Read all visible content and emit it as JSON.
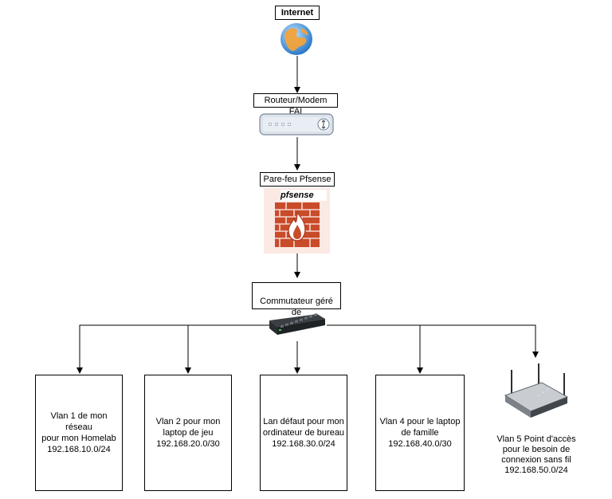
{
  "nodes": {
    "internet": {
      "label": "Internet"
    },
    "router": {
      "label": "Routeur/Modem FAI"
    },
    "firewall": {
      "label": "Pare-feu Pfsense",
      "logo_text": "pfsense"
    },
    "switch": {
      "label": "Commutateur géré de\nTP-Link"
    },
    "vlan1": {
      "label": "Vlan 1 de mon réseau\npour mon Homelab\n192.168.10.0/24"
    },
    "vlan2": {
      "label": "Vlan 2 pour mon\nlaptop de jeu\n192.168.20.0/30"
    },
    "lan": {
      "label": "Lan défaut pour mon\nordinateur de bureau\n192.168.30.0/24"
    },
    "vlan4": {
      "label": "Vlan 4 pour le laptop\nde famille\n192.168.40.0/30"
    },
    "vlan5": {
      "label": "Vlan 5 Point d'accès\npour le besoin de\nconnexion sans fil\n192.168.50.0/24"
    }
  },
  "colors": {
    "edge": "#000000",
    "firewall_brick": "#d0552f",
    "globe_blue": "#3a8fd9",
    "globe_orange": "#f0a23a"
  },
  "icons": [
    "globe-icon",
    "router-icon",
    "firewall-icon",
    "switch-icon",
    "access-point-icon"
  ]
}
